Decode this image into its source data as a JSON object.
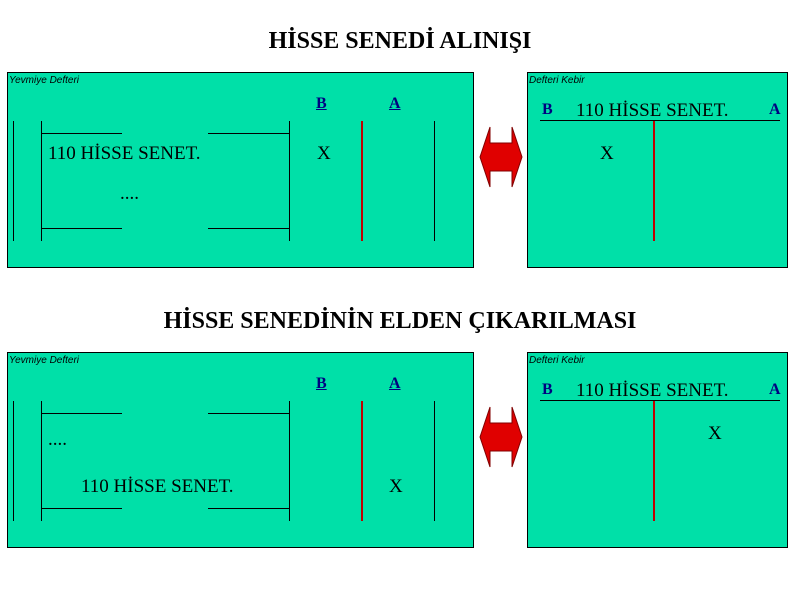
{
  "titles": {
    "purchase": "HİSSE SENEDİ ALINIŞI",
    "disposal": "HİSSE SENEDİNİN ELDEN ÇIKARILMASI"
  },
  "journal_label": "Yevmiye Defteri",
  "ledger_label": "Defteri Kebir",
  "col_debit": "B",
  "col_credit": "A",
  "purchase": {
    "journal": {
      "debit_account": "110 HİSSE SENET.",
      "debit_amount": "X",
      "credit_account": "...."
    },
    "ledger": {
      "account": "110 HİSSE SENET.",
      "debit_amount": "X"
    }
  },
  "disposal": {
    "journal": {
      "debit_account": "....",
      "credit_account": "110 HİSSE SENET.",
      "credit_amount": "X"
    },
    "ledger": {
      "account": "110 HİSSE SENET.",
      "credit_amount": "X"
    }
  },
  "colors": {
    "panel": "#00e0a8",
    "arrow": "#e00000",
    "header": "#000080",
    "divider": "#c00000"
  },
  "icons": [
    "double-arrow-icon"
  ]
}
